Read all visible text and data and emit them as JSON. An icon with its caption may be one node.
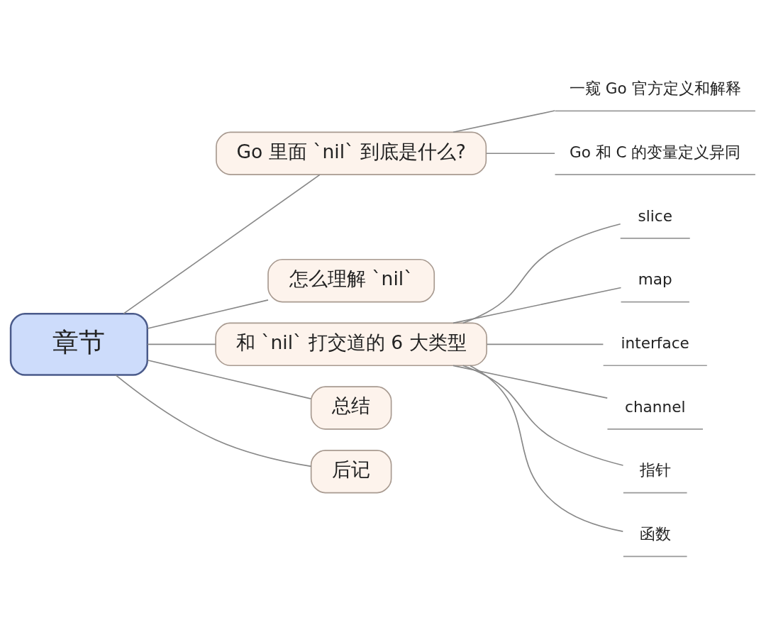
{
  "diagram": {
    "nodes": [
      {
        "text": [
          "章节"
        ]
      },
      {
        "text": [
          "Go 里面 `nil` 到底是什么?"
        ]
      },
      {
        "text": [
          "一窥 Go 官方定义和解释"
        ]
      },
      {
        "text": [
          "Go 和 C 的变量定义异同"
        ]
      },
      {
        "text": [
          "怎么理解 `nil`"
        ]
      },
      {
        "text": [
          "和 `nil` 打交道的 6 大类型"
        ]
      },
      {
        "text": [
          "slice"
        ]
      },
      {
        "text": [
          "map"
        ]
      },
      {
        "text": [
          "interface"
        ]
      },
      {
        "text": [
          "channel"
        ]
      },
      {
        "text": [
          "指针"
        ]
      },
      {
        "text": [
          "函数"
        ]
      },
      {
        "text": [
          "总结"
        ]
      },
      {
        "text": [
          "后记"
        ]
      }
    ],
    "edges": [
      {
        "from": 0,
        "to": 1,
        "arrow": "none"
      },
      {
        "from": 1,
        "to": 2,
        "arrow": "none"
      },
      {
        "from": 1,
        "to": 3,
        "arrow": "none"
      },
      {
        "from": 0,
        "to": 4,
        "arrow": "none"
      },
      {
        "from": 0,
        "to": 5,
        "arrow": "none"
      },
      {
        "from": 5,
        "to": 6,
        "arrow": "none"
      },
      {
        "from": 5,
        "to": 7,
        "arrow": "none"
      },
      {
        "from": 5,
        "to": 8,
        "arrow": "none"
      },
      {
        "from": 5,
        "to": 9,
        "arrow": "none"
      },
      {
        "from": 5,
        "to": 10,
        "arrow": "none"
      },
      {
        "from": 5,
        "to": 11,
        "arrow": "none"
      },
      {
        "from": 0,
        "to": 12,
        "arrow": "none"
      },
      {
        "from": 0,
        "to": 13,
        "arrow": "none"
      }
    ]
  }
}
